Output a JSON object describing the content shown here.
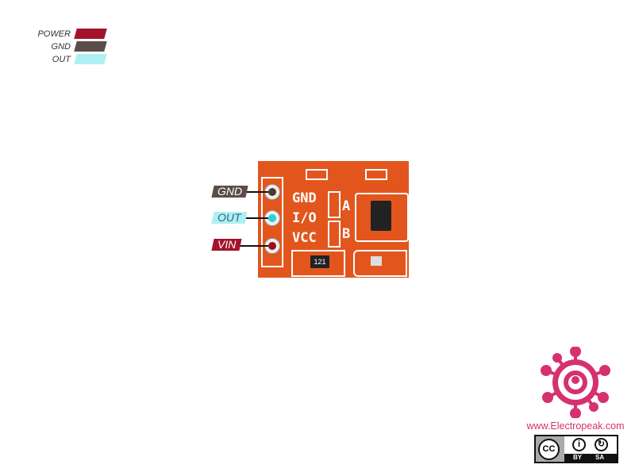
{
  "legend": [
    {
      "label": "POWER",
      "color": "#a3132c"
    },
    {
      "label": "GND",
      "color": "#5b4d47"
    },
    {
      "label": "OUT",
      "color": "#aef0f2"
    }
  ],
  "pins": [
    {
      "label": "GND",
      "color": "#5b4d47",
      "text_color": "#ffffff",
      "pin_color": "#4a3a30"
    },
    {
      "label": "OUT",
      "color": "#aef0f2",
      "text_color": "#2a6a7a",
      "pin_color": "#2bd0d8"
    },
    {
      "label": "VIN",
      "color": "#a3132c",
      "text_color": "#ffffff",
      "pin_color": "#9a0f20"
    }
  ],
  "board": {
    "silkscreen": [
      "GND",
      "I/O",
      "VCC"
    ],
    "pad_labels": [
      "A",
      "B"
    ],
    "resistor": "121",
    "color": "#e2561e"
  },
  "branding": {
    "website": "www.Electropeak.com",
    "logo_color": "#d6306f",
    "license": {
      "by": "BY",
      "sa": "SA",
      "cc": "CC"
    }
  }
}
